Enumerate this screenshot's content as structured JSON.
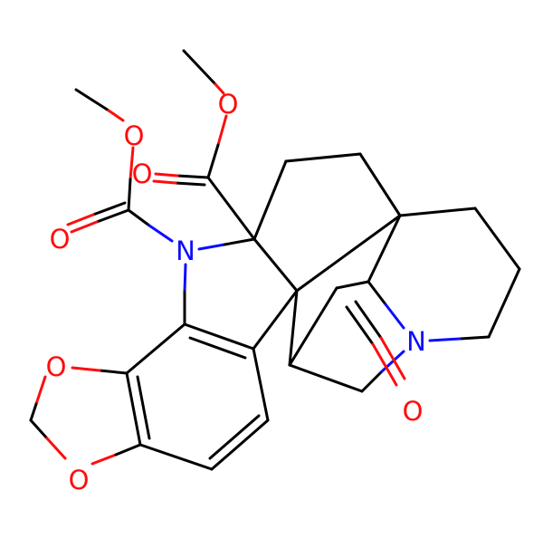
{
  "colors": {
    "background": "#ffffff",
    "bond": "#000000",
    "oxygen": "#ff0d0d",
    "nitrogen": "#0d0dff"
  },
  "atoms": {
    "o_methoxy_top": "O",
    "o_carbonyl_top": "O",
    "o_methoxy_left": "O",
    "o_carbonyl_left": "O",
    "n_indoline": "N",
    "n_tertiary": "N",
    "o_ketone": "O",
    "o_dioxole_upper": "O",
    "o_dioxole_lower": "O"
  }
}
